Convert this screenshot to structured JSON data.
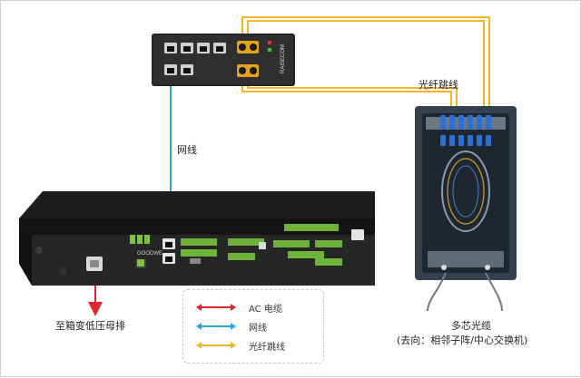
{
  "labels": {
    "patch_top": "光纤跳线",
    "network": "网线",
    "power_dest": "至箱变低压母排",
    "cable_title": "多芯光缆",
    "cable_sub": "(去向：相邻子阵/中心交换机)",
    "switch_brand": "RAISECOM",
    "logger_brand": "GOODWE"
  },
  "legend": [
    {
      "text": "AC 电缆",
      "color": "#e0262a"
    },
    {
      "text": "网线",
      "color": "#2aa8df"
    },
    {
      "text": "光纤跳线",
      "color": "#f2b724"
    }
  ],
  "colors": {
    "ac": "#e0262a",
    "net": "#2aa8df",
    "fiber": "#f2b724",
    "device": "#2b2b2b"
  }
}
